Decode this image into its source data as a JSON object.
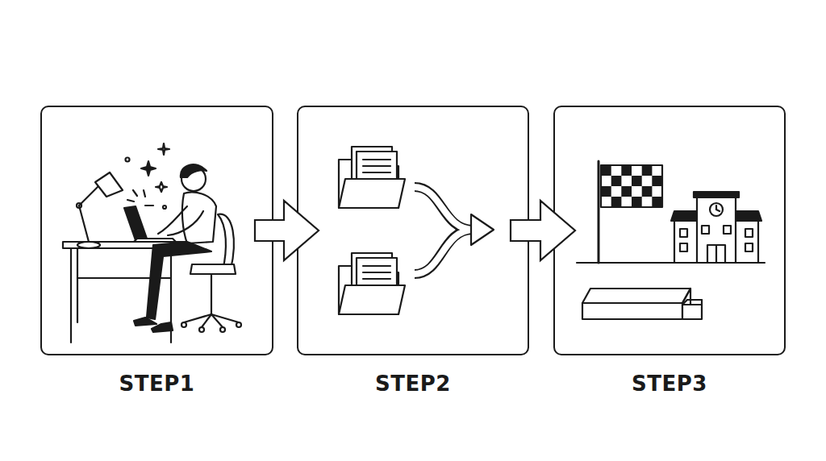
{
  "diagram": {
    "nodes": [
      {
        "text": [
          "STEP1"
        ]
      },
      {
        "text": [
          "STEP2"
        ]
      },
      {
        "text": [
          "STEP3"
        ]
      }
    ],
    "edges": [
      {
        "from": 0,
        "to": 1,
        "arrow": "to"
      },
      {
        "from": 1,
        "to": 2,
        "arrow": "to"
      }
    ]
  }
}
